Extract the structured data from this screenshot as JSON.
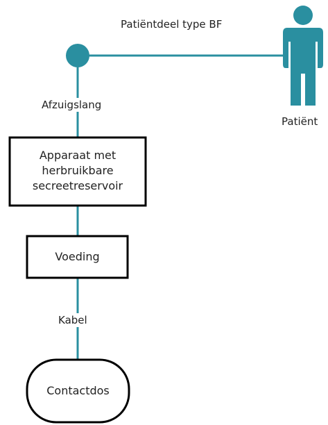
{
  "colors": {
    "line": "#2a8fa0",
    "figure": "#2a8fa0",
    "node": "#2a8fa0",
    "box_border": "#000000",
    "text": "#222222"
  },
  "labels": {
    "patient_part": "Patiëntdeel type BF",
    "patient": "Patiënt",
    "suction_hose": "Afzuigslang",
    "cable": "Kabel"
  },
  "boxes": {
    "device": [
      "Apparaat met",
      "herbruikbare",
      "secreetreservoir"
    ],
    "power": "Voeding",
    "outlet": "Contactdos"
  },
  "icons": {
    "patient": "person-icon",
    "connector": "connection-node"
  }
}
